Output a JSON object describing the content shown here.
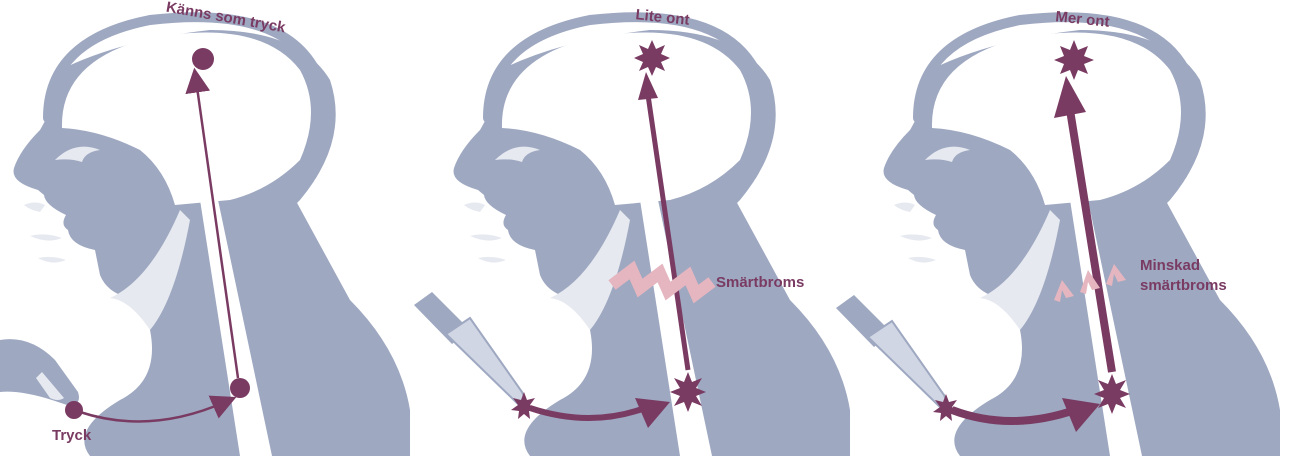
{
  "panels": [
    {
      "top_label": "Känns som tryck",
      "side_label": [
        "Tryck"
      ]
    },
    {
      "top_label": "Lite ont",
      "side_label": [
        "Smärtbroms"
      ]
    },
    {
      "top_label": "Mer ont",
      "side_label": [
        "Minskad",
        "smärtbroms"
      ]
    }
  ],
  "colors": {
    "background": "#ffffff",
    "panel_bg": "#e9ecf3",
    "head": "#9ea8c1",
    "outline": "#9ea8c1",
    "inner_light": "#ffffff",
    "detail_light": "#e6e9f0",
    "nerve": "#7a3b63",
    "inhibition": "#e5b6bf"
  }
}
